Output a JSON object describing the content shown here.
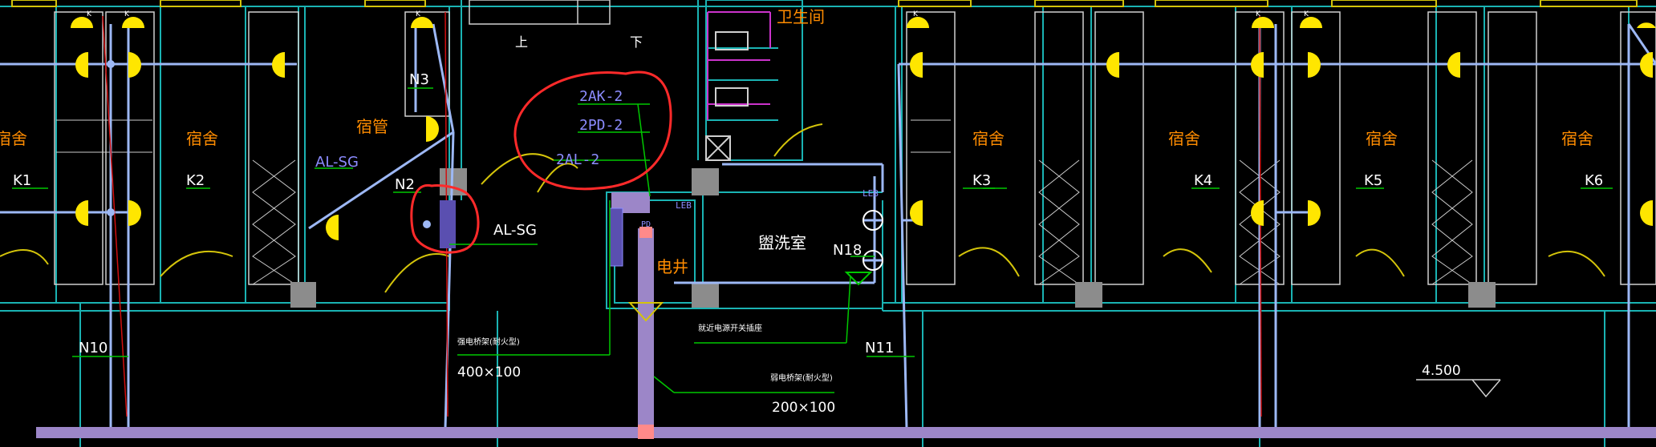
{
  "colors": {
    "background": "#000000",
    "wall": "#1ab3b3",
    "room_label": "#ff8c00",
    "circuit_label": "#ffffff",
    "leader": "#00c800",
    "conduit": "#9db8f5",
    "busway": "#9c86c8",
    "lamp": "#ffe600",
    "door": "#d4c40a",
    "pink": "#cc33cc",
    "annotation_red": "#ff2a2a",
    "blue_text": "#8c8cff"
  },
  "rooms": {
    "dorm": "宿舍",
    "supervisor": "宿管",
    "toilet": "卫生间",
    "washroom": "盥洗室",
    "shaft": "电井"
  },
  "stair": {
    "up": "上",
    "down": "下"
  },
  "circuits": {
    "K1": "K1",
    "K2": "K2",
    "K3": "K3",
    "K4": "K4",
    "K5": "K5",
    "K6": "K6",
    "N2": "N2",
    "N3": "N3",
    "N10": "N10",
    "N11": "N11",
    "N18": "N18",
    "al_sg": "AL-SG"
  },
  "panels": {
    "ak": "2AK-2",
    "pd": "2PD-2",
    "al": "2AL-2",
    "leb": "LEB",
    "pd_tag": "PD"
  },
  "tray": {
    "label_1": "强电桥架(耐火型)",
    "size_1": "400×100",
    "label_2": "弱电桥架(耐火型)",
    "size_2": "200×100",
    "note_mid": "就近电源开关插座"
  },
  "elevation": "4.500"
}
